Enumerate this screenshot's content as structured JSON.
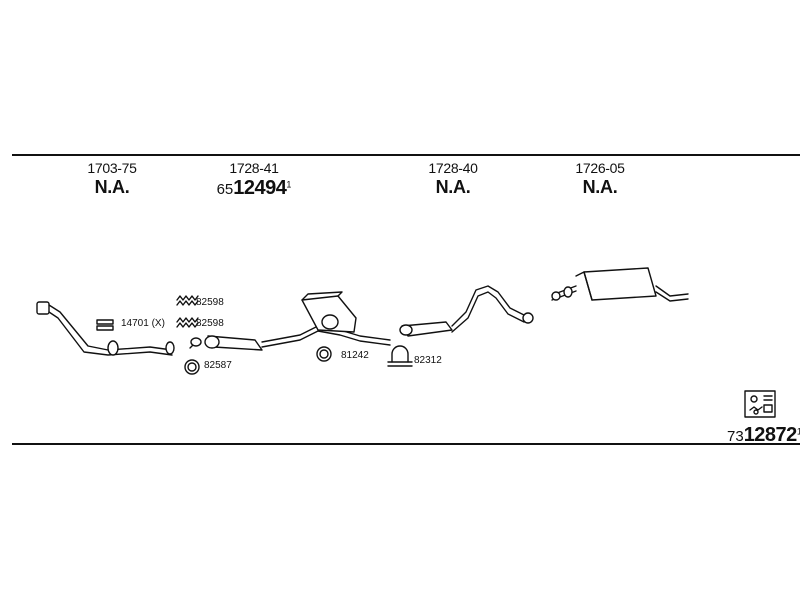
{
  "parts": [
    {
      "id": "p1",
      "number": "1703-75",
      "status": "N.A."
    },
    {
      "id": "p2",
      "number": "1728-41",
      "ref_prefix": "65",
      "ref_main": "12494",
      "ref_sup": "1"
    },
    {
      "id": "p3",
      "number": "1728-40",
      "status": "N.A."
    },
    {
      "id": "p4",
      "number": "1726-05",
      "status": "N.A."
    }
  ],
  "labels": {
    "gasket": "14701 (X)",
    "spring_1": "82598",
    "spring_2": "82598",
    "ring_1": "82587",
    "ring_2": "81242",
    "clamp": "82312"
  },
  "bottom_ref": {
    "prefix": "73",
    "main": "12872",
    "sup": "1"
  }
}
